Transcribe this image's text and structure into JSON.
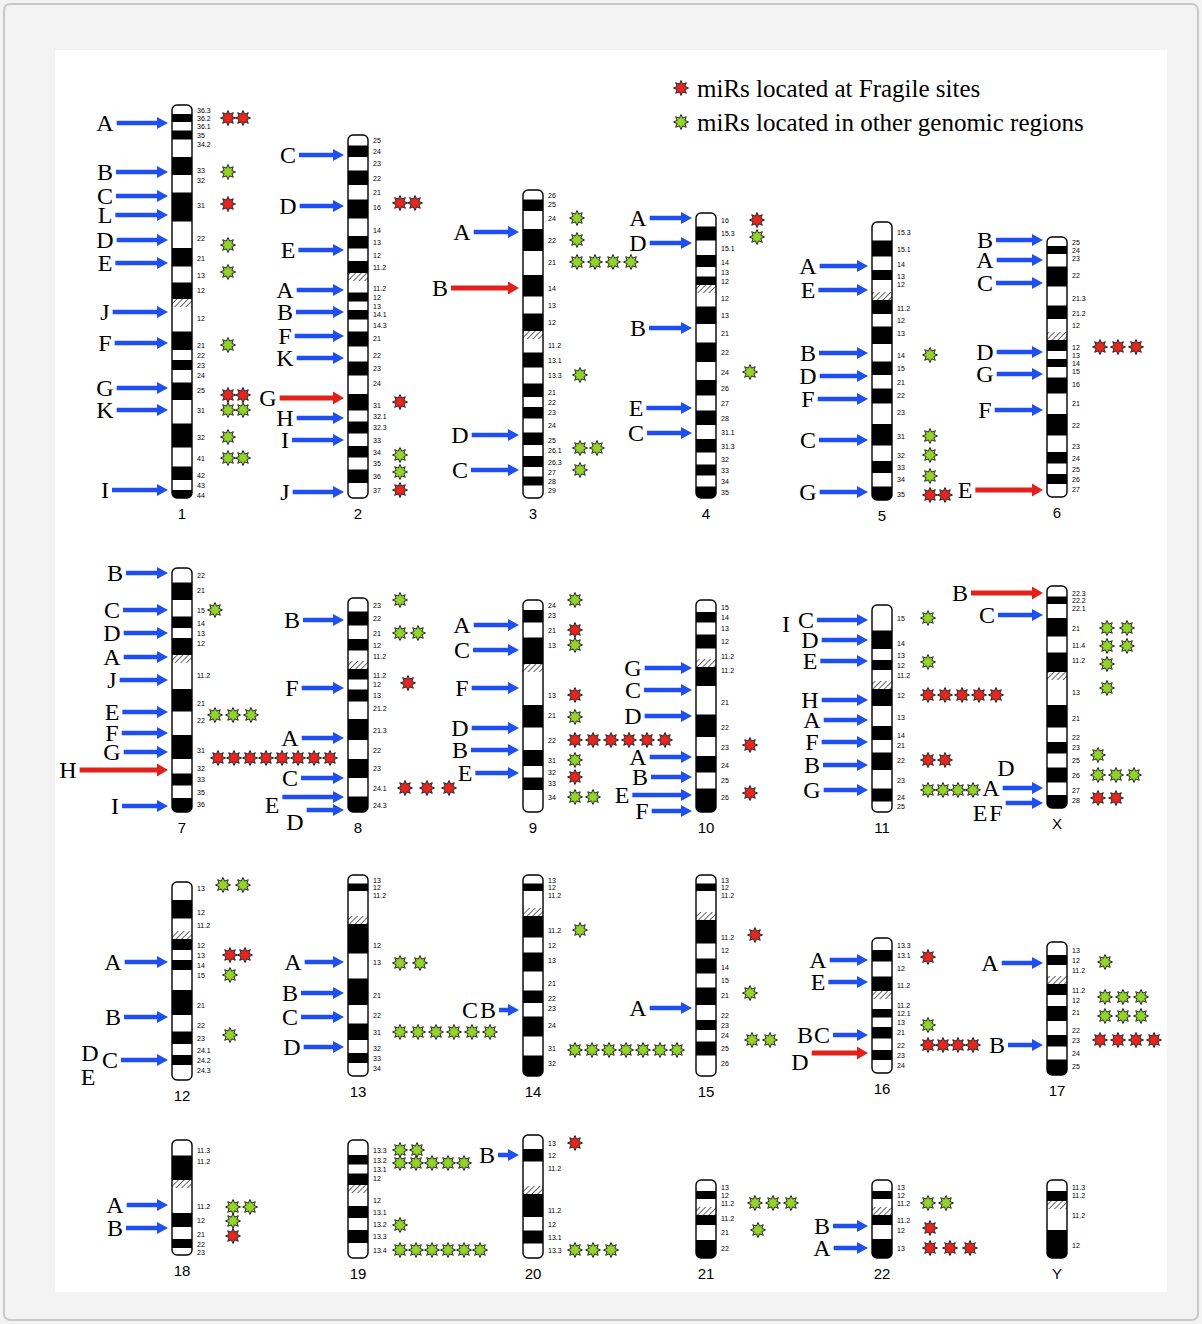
{
  "diagram": {
    "labels": [
      "1",
      "36.3",
      "36.2",
      "36.1",
      "35",
      "34.2",
      "33",
      "32",
      "31",
      "22",
      "21",
      "13",
      "12",
      "12",
      "21",
      "22",
      "23",
      "24",
      "25",
      "31",
      "32",
      "41",
      "42",
      "43",
      "44",
      "A",
      "B",
      "C",
      "L",
      "D",
      "E",
      "J",
      "F",
      "G",
      "K",
      "I",
      "2",
      "25",
      "24",
      "23",
      "22",
      "21",
      "16",
      "14",
      "13",
      "12",
      "11.2",
      "11.2",
      "12",
      "13",
      "14.1",
      "14.3",
      "21",
      "22",
      "23",
      "24",
      "31",
      "32.1",
      "32.3",
      "33",
      "34",
      "35",
      "36",
      "37",
      "C",
      "D",
      "E",
      "A",
      "B",
      "F",
      "K",
      "G",
      "H",
      "I",
      "J",
      "3",
      "26",
      "25",
      "24",
      "22",
      "21",
      "14",
      "13",
      "12",
      "11.2",
      "13.1",
      "13.3",
      "21",
      "22",
      "23",
      "24",
      "25",
      "26.1",
      "26.3",
      "27",
      "28",
      "29",
      "A",
      "B",
      "D",
      "C",
      "4",
      "16",
      "15.3",
      "15.1",
      "14",
      "13",
      "12",
      "12",
      "13",
      "21",
      "22",
      "24",
      "26",
      "27",
      "28",
      "31.1",
      "31.3",
      "32",
      "33",
      "34",
      "35",
      "A",
      "D",
      "B",
      "E",
      "C",
      "5",
      "15.3",
      "15.1",
      "14",
      "13",
      "12",
      "11.2",
      "12",
      "13",
      "14",
      "15",
      "21",
      "22",
      "23",
      "31",
      "32",
      "33",
      "34",
      "35",
      "A",
      "E",
      "B",
      "D",
      "F",
      "C",
      "G",
      "6",
      "25",
      "24",
      "23",
      "22",
      "21.3",
      "21.2",
      "12",
      "12",
      "13",
      "14",
      "15",
      "16",
      "21",
      "22",
      "23",
      "24",
      "25",
      "26",
      "27",
      "B",
      "A",
      "C",
      "D",
      "G",
      "F",
      "E",
      "7",
      "22",
      "21",
      "15",
      "14",
      "13",
      "12",
      "11.2",
      "21",
      "22",
      "31",
      "32",
      "33",
      "35",
      "36",
      "B",
      "C",
      "D",
      "A",
      "J",
      "E",
      "F",
      "G",
      "H",
      "I",
      "8",
      "23",
      "22",
      "21",
      "12",
      "11.2",
      "11.2",
      "12",
      "13",
      "21.2",
      "21.3",
      "22",
      "23",
      "24.1",
      "24.3",
      "B",
      "F",
      "A",
      "C",
      "E",
      "D",
      "9",
      "24",
      "23",
      "21",
      "13",
      "13",
      "21",
      "22",
      "31",
      "32",
      "33",
      "34",
      "A",
      "C",
      "F",
      "D",
      "B",
      "E",
      "10",
      "15",
      "14",
      "13",
      "12",
      "11.2",
      "11.2",
      "21",
      "22",
      "23",
      "24",
      "25",
      "26",
      "G",
      "C",
      "D",
      "A",
      "B",
      "E",
      "F",
      "11",
      "15",
      "14",
      "13",
      "12",
      "11.2",
      "12",
      "13",
      "14",
      "21",
      "22",
      "23",
      "24",
      "25",
      "I",
      "C",
      "D",
      "E",
      "H",
      "A",
      "F",
      "B",
      "G",
      "X",
      "22.3",
      "22.2",
      "22.1",
      "21",
      "11.4",
      "11.2",
      "13",
      "21",
      "22",
      "23",
      "25",
      "26",
      "27",
      "28",
      "B",
      "C",
      "D",
      "A",
      "E",
      "F",
      "12",
      "13",
      "12",
      "11.2",
      "12",
      "13",
      "14",
      "15",
      "21",
      "22",
      "23",
      "24.1",
      "24.2",
      "24.3",
      "A",
      "B",
      "D",
      "C",
      "E",
      "13",
      "13",
      "12",
      "11.2",
      "12",
      "13",
      "21",
      "22",
      "31",
      "32",
      "33",
      "34",
      "A",
      "B",
      "C",
      "D",
      "14",
      "13",
      "12",
      "11.2",
      "11.2",
      "12",
      "13",
      "21",
      "22",
      "23",
      "24",
      "31",
      "32",
      "C",
      "B",
      "15",
      "13",
      "12",
      "11.2",
      "11.2",
      "12",
      "14",
      "15",
      "21",
      "22",
      "23",
      "24",
      "25",
      "26",
      "A",
      "16",
      "13.3",
      "13.1",
      "12",
      "11.2",
      "11.2",
      "12.1",
      "13",
      "21",
      "22",
      "23",
      "24",
      "A",
      "E",
      "B",
      "C",
      "D",
      "17",
      "13",
      "12",
      "11.2",
      "11.2",
      "12",
      "21",
      "22",
      "23",
      "24",
      "25",
      "A",
      "B",
      "18",
      "11.3",
      "11.2",
      "11.2",
      "12",
      "21",
      "22",
      "23",
      "A",
      "B",
      "19",
      "13.3",
      "13.2",
      "13.1",
      "12",
      "12",
      "13.1",
      "13.2",
      "13.3",
      "13.4",
      "20",
      "13",
      "12",
      "11.2",
      "11.2",
      "12",
      "13.1",
      "13.3",
      "B",
      "21",
      "13",
      "12",
      "11.2",
      "11.2",
      "21",
      "22",
      "22",
      "13",
      "12",
      "11.2",
      "11.2",
      "12",
      "13",
      "B",
      "A",
      "Y",
      "11.3",
      "11.2",
      "11.2",
      "12"
    ],
    "legend": [
      {
        "text": "miRs located at Fragile sites"
      },
      {
        "text": "miRs located in other genomic regions"
      }
    ]
  }
}
